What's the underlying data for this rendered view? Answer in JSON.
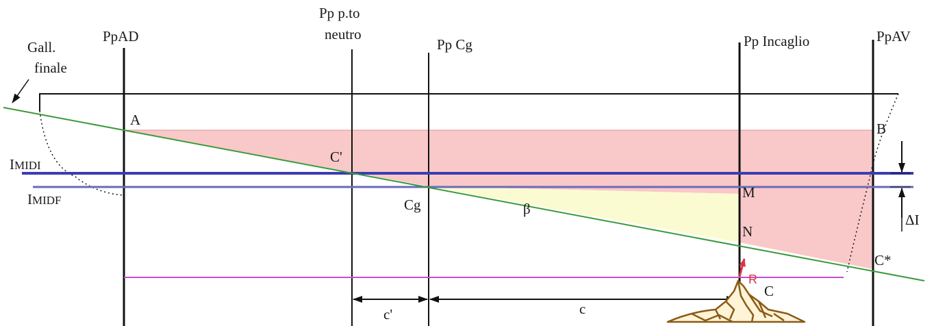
{
  "labels": {
    "gall": "Gall.",
    "finale": "finale",
    "ppad": "PpAD",
    "pp_pto": "Pp p.to",
    "neutro": "neutro",
    "pp_cg": "Pp Cg",
    "pp_incaglio": "Pp Incaglio",
    "ppav": "PpAV",
    "point_a": "A",
    "point_b": "B",
    "c_prime_point": "C'",
    "cg": "Cg",
    "beta": "β",
    "point_m": "M",
    "point_n": "N",
    "c_star": "C*",
    "r": "R",
    "point_c": "C",
    "imidi_cap": "I",
    "imidi_rest": "MIDI",
    "imidf_cap": "I",
    "imidf_rest": "MIDF",
    "delta_i": "ΔI",
    "dim_c_prime": "c'",
    "dim_c": "c"
  },
  "colors": {
    "pink_fill": "#f9c8c8",
    "yellow_fill": "#fbfbd2",
    "green_line": "#3a9a3a",
    "blue_line": "#3c3cb4",
    "blue_line_light": "#6a6ab8",
    "magenta_line": "#c050c8",
    "red_arrow": "#e0304a",
    "rock": "#8a5a14",
    "black": "#111111"
  }
}
